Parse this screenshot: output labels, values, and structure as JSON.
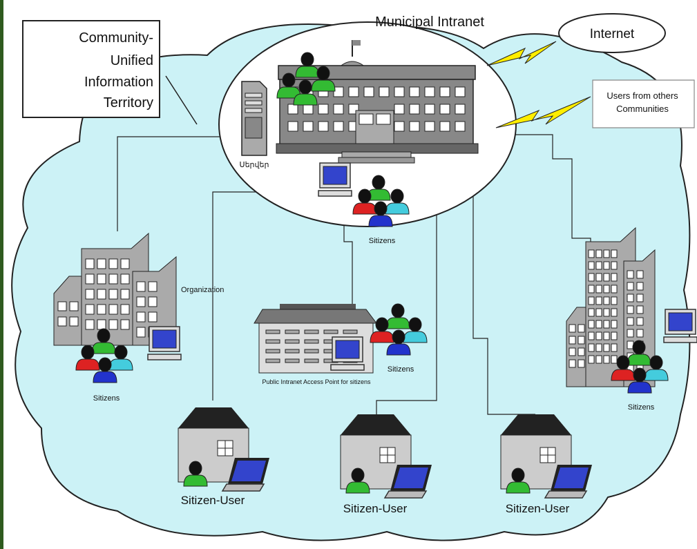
{
  "diagram": {
    "title": "Municipal Intranet",
    "territory_label": [
      "Community-",
      "Unified",
      "Information",
      "Territory"
    ],
    "internet_label": "Internet",
    "other_communities_label": [
      "Users from others",
      "Communities"
    ],
    "server_label": "Սերվեր",
    "organization_label": "Organization",
    "citizens_label": "Sitizens",
    "public_access_label": "Public Intranet Access Point for sitizens",
    "house_users": [
      "Sitizen-User",
      "Sitizen-User",
      "Sitizen-User"
    ]
  },
  "colors": {
    "background": "#2f5a1e",
    "cloud": "#ccf2f6",
    "person_green": "#33bb33",
    "person_red": "#dd2222",
    "person_blue": "#2233cc",
    "person_cyan": "#44ccdd",
    "lightning": "#ffee00",
    "monitor_screen": "#3344cc"
  }
}
